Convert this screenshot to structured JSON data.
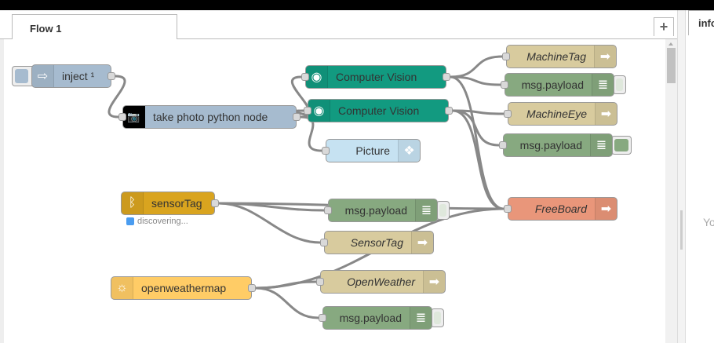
{
  "workspace": {
    "tab_label": "Flow 1",
    "add_tab_label": "+"
  },
  "sidebar": {
    "tab_label": "info",
    "body_text": "Yo"
  },
  "colors": {
    "inject": "#a6bbcf",
    "vision": "#129a80",
    "picture": "#c6e2f2",
    "link": "#d8cb9e",
    "debug": "#87a980",
    "freeboard": "#e9967a",
    "sensortag": "#d9a41f",
    "weather": "#ffcc66"
  },
  "nodes": [
    {
      "id": "inject",
      "label": "inject ¹",
      "type": "inject",
      "icon": "arrow-right-icon",
      "button": "left"
    },
    {
      "id": "photo",
      "label": "take photo python node",
      "type": "inject",
      "icon": "camera-icon"
    },
    {
      "id": "cv1",
      "label": "Computer Vision",
      "type": "vision",
      "icon": "eye-icon"
    },
    {
      "id": "cv2",
      "label": "Computer Vision",
      "type": "vision",
      "icon": "eye-icon"
    },
    {
      "id": "picture",
      "label": "Picture",
      "type": "picture",
      "icon": "dropbox-icon"
    },
    {
      "id": "machinetag",
      "label": "MachineTag",
      "type": "link",
      "icon": "arrow-out-icon"
    },
    {
      "id": "debug1",
      "label": "msg.payload",
      "type": "debug",
      "icon": "list-icon",
      "active": false
    },
    {
      "id": "machineeye",
      "label": "MachineEye",
      "type": "link",
      "icon": "arrow-out-icon"
    },
    {
      "id": "debug2",
      "label": "msg.payload",
      "type": "debug",
      "icon": "list-icon",
      "active": true
    },
    {
      "id": "freeboard",
      "label": "FreeBoard",
      "type": "freeboard",
      "icon": "arrow-out-icon"
    },
    {
      "id": "sensortag",
      "label": "sensorTag",
      "type": "sensortag",
      "icon": "bluetooth-icon",
      "status": "discovering..."
    },
    {
      "id": "debug3",
      "label": "msg.payload",
      "type": "debug",
      "icon": "list-icon",
      "active": false
    },
    {
      "id": "sensortag_out",
      "label": "SensorTag",
      "type": "link",
      "icon": "arrow-out-icon"
    },
    {
      "id": "weather",
      "label": "openweathermap",
      "type": "weather",
      "icon": "sun-icon"
    },
    {
      "id": "openweather",
      "label": "OpenWeather",
      "type": "link",
      "icon": "arrow-out-icon"
    },
    {
      "id": "debug4",
      "label": "msg.payload",
      "type": "debug",
      "icon": "list-icon",
      "active": false
    }
  ],
  "wires": [
    [
      "inject",
      "photo"
    ],
    [
      "photo",
      "cv1"
    ],
    [
      "photo",
      "cv2"
    ],
    [
      "photo",
      "picture"
    ],
    [
      "cv1",
      "machinetag"
    ],
    [
      "cv1",
      "debug1"
    ],
    [
      "cv1",
      "freeboard"
    ],
    [
      "cv2",
      "machineeye"
    ],
    [
      "cv2",
      "debug2"
    ],
    [
      "cv2",
      "freeboard"
    ],
    [
      "sensortag",
      "debug3"
    ],
    [
      "sensortag",
      "sensortag_out"
    ],
    [
      "sensortag",
      "freeboard"
    ],
    [
      "weather",
      "freeboard"
    ],
    [
      "weather",
      "openweather"
    ],
    [
      "weather",
      "debug4"
    ]
  ]
}
